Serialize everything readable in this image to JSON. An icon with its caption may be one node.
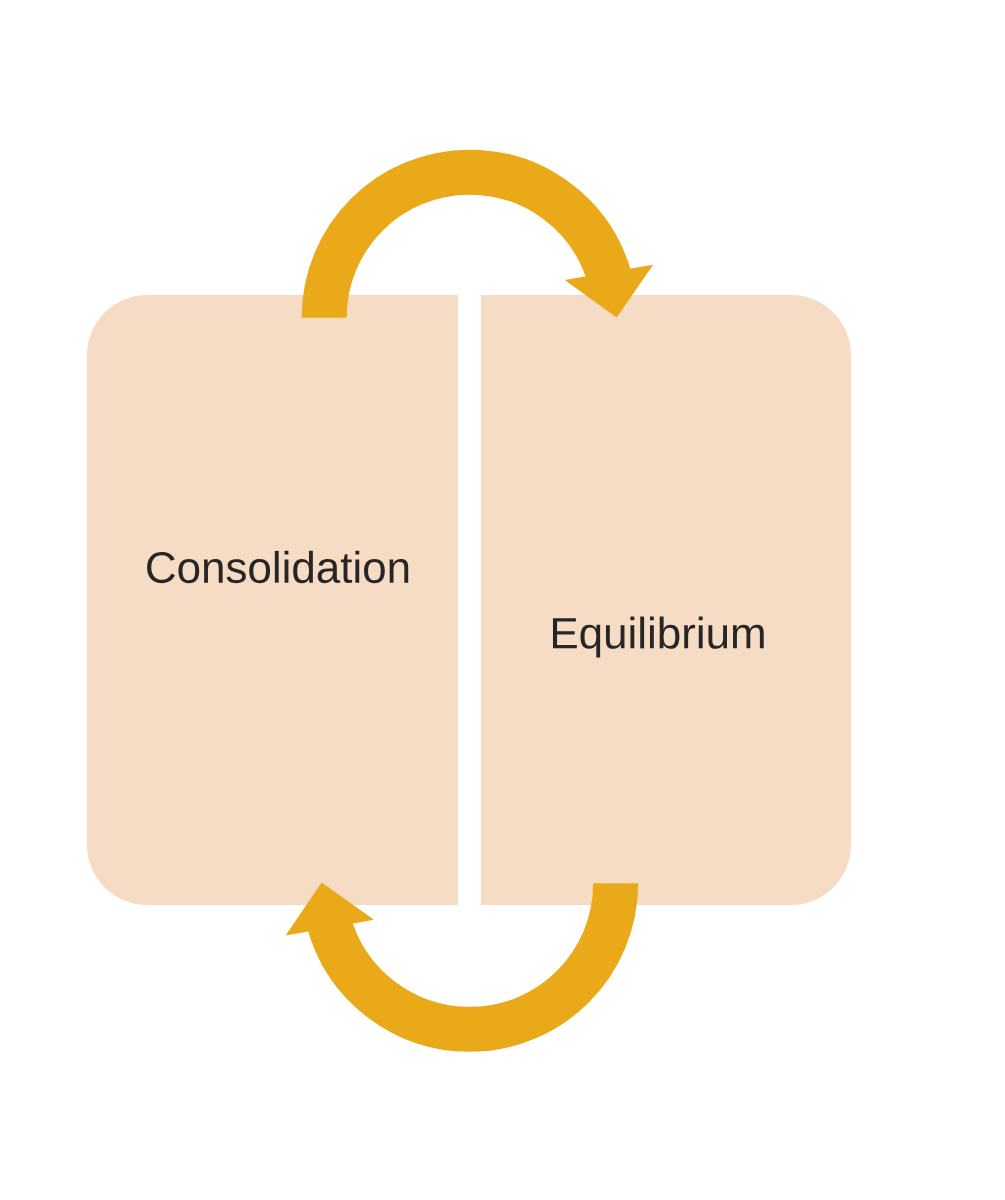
{
  "diagram": {
    "nodes": [
      {
        "text": [
          "Consolidation"
        ]
      },
      {
        "text": [
          "Equilibrium"
        ]
      }
    ],
    "edges": [
      {
        "from": 0,
        "to": 1,
        "arrow": "to"
      },
      {
        "from": 1,
        "to": 0,
        "arrow": "to"
      }
    ]
  }
}
